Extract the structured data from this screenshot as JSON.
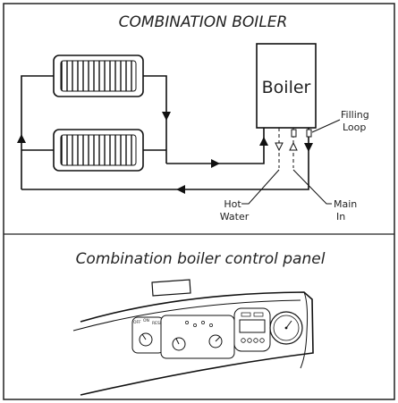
{
  "diagram": {
    "title": "COMBINATION BOILER",
    "boiler_label": "Boiler",
    "filling_loop_label_line1": "Filling",
    "filling_loop_label_line2": "Loop",
    "hot_water_label_line1": "Hot",
    "hot_water_label_line2": "Water",
    "main_in_label_line1": "Main",
    "main_in_label_line2": "In",
    "panel_title": "Combination boiler control panel",
    "panel_labels": {
      "off": "OFF",
      "on": "ON",
      "reset": "RESET"
    },
    "colors": {
      "line": "#111111",
      "fill": "#ffffff",
      "border": "#222222"
    }
  }
}
